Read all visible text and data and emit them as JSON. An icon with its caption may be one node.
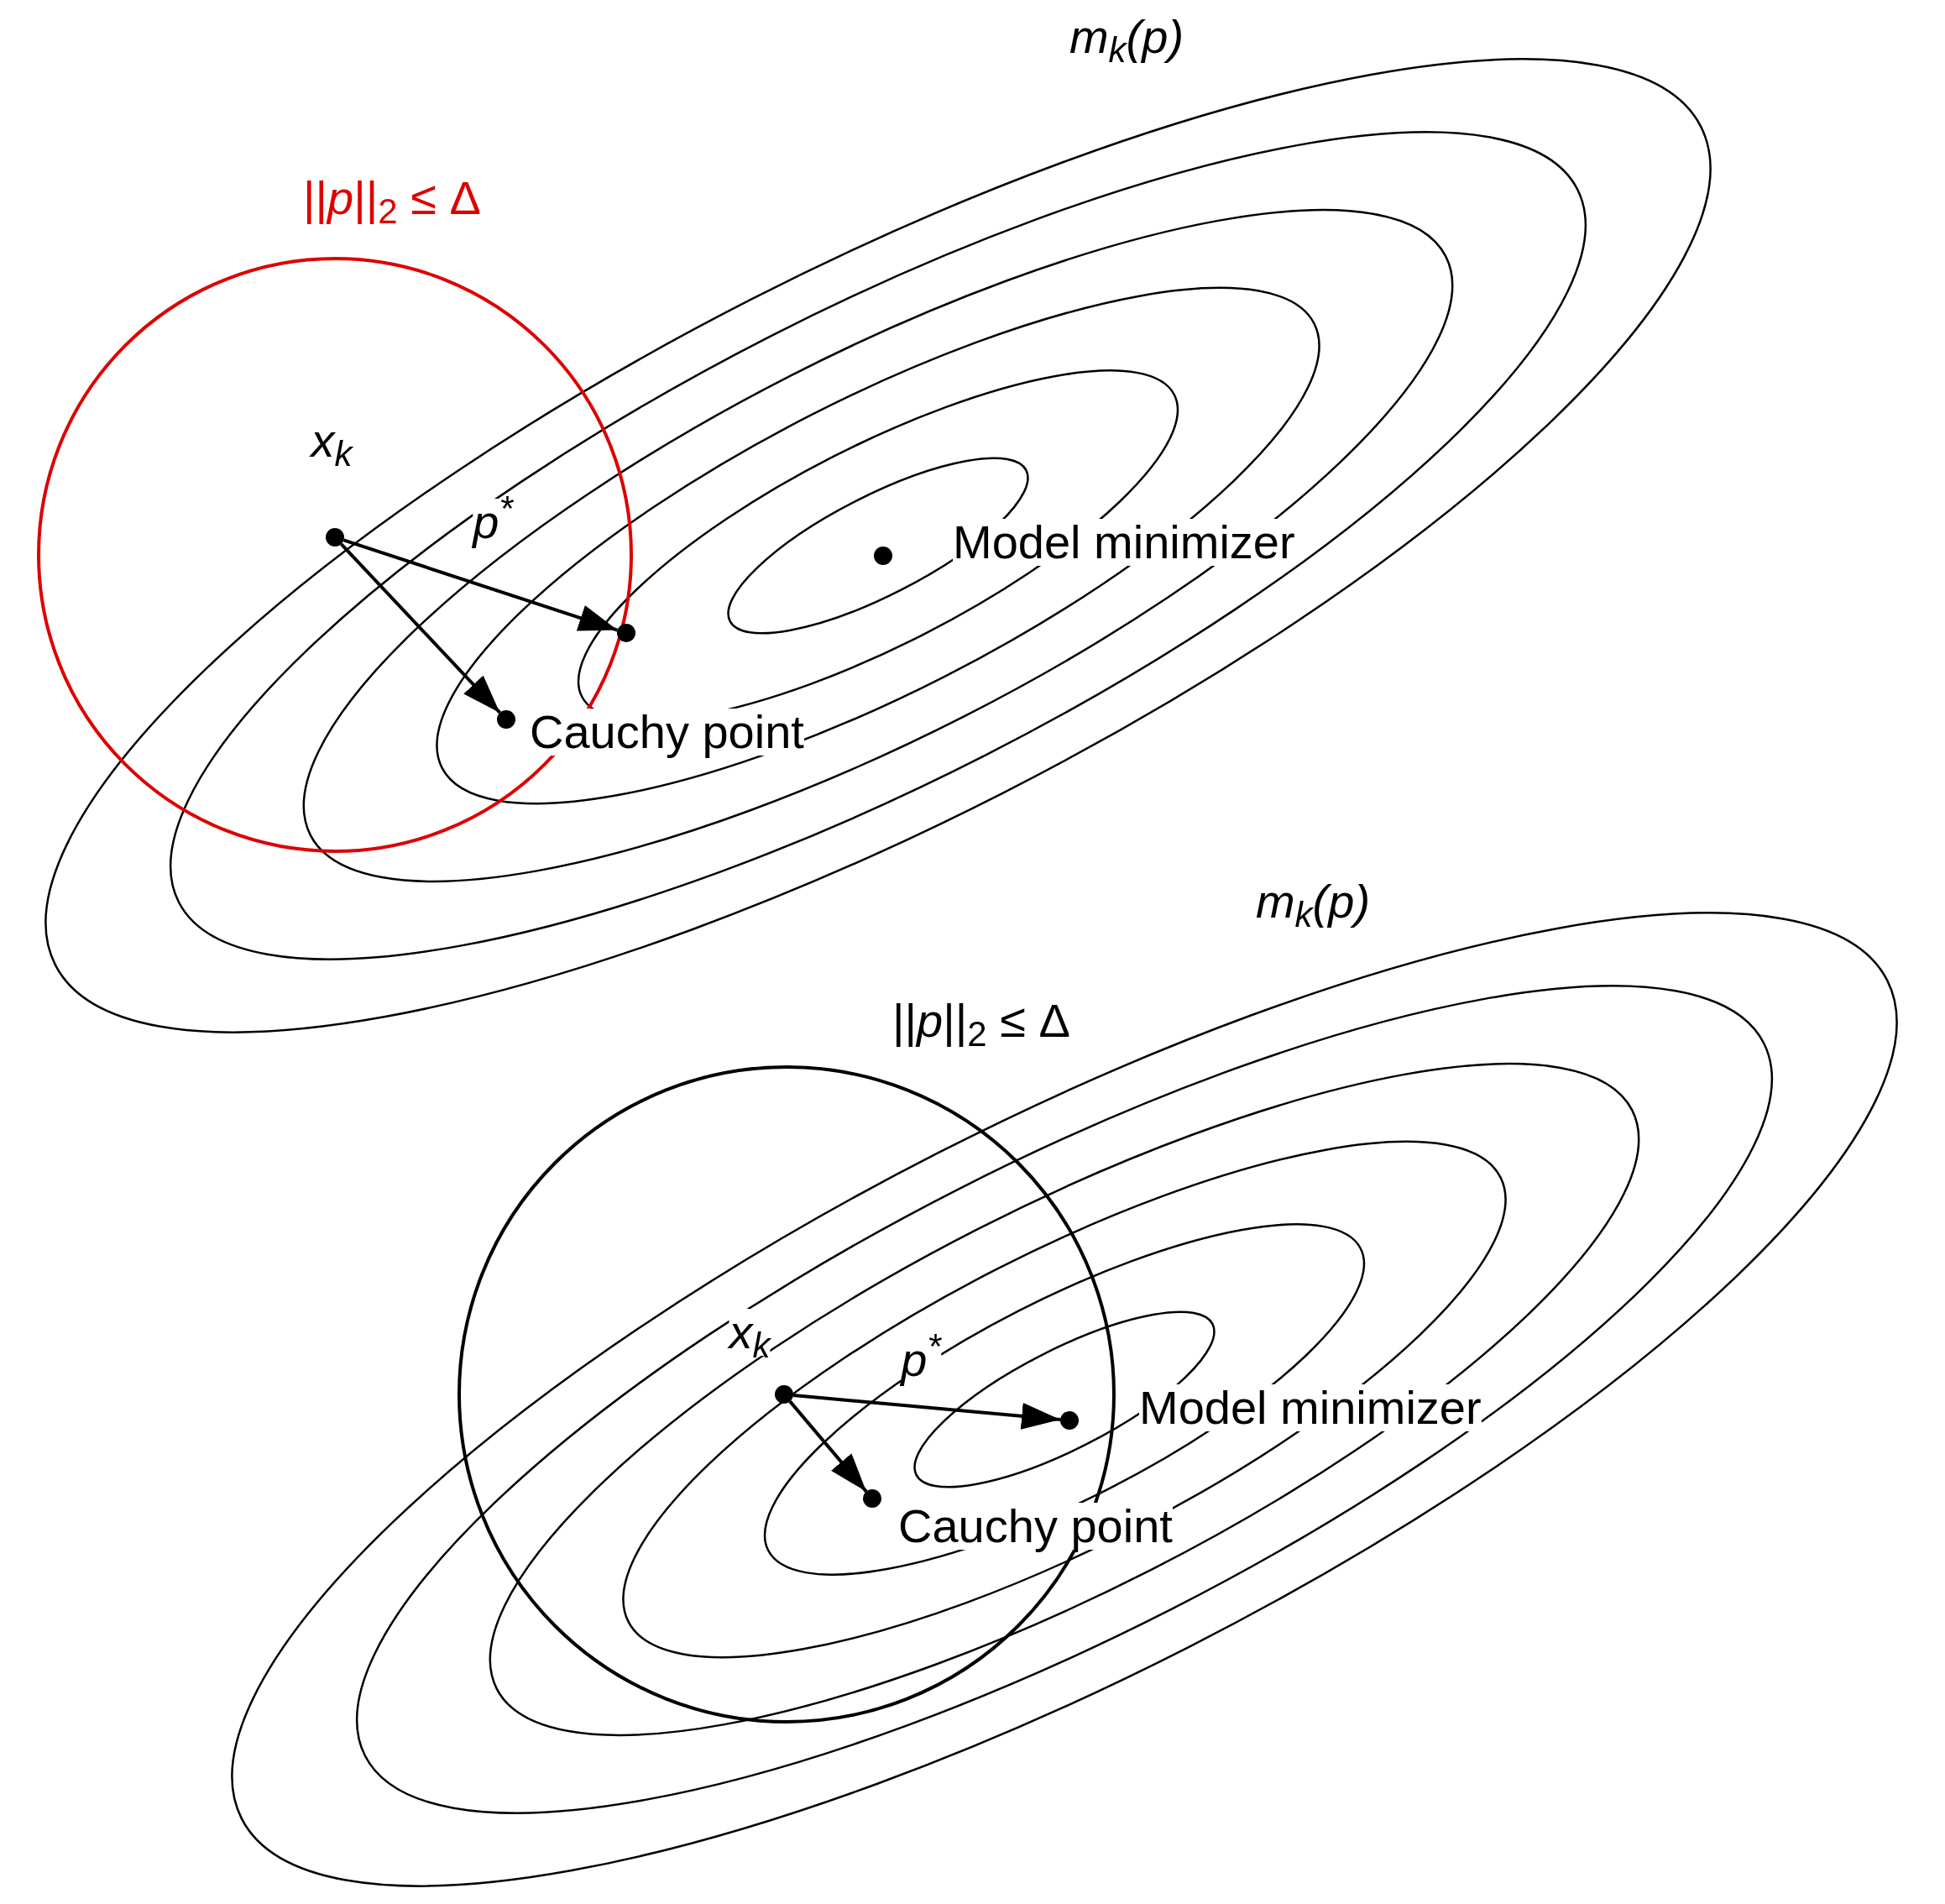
{
  "diagram": {
    "nodes": [
      {
        "text": [
          "||*p*||$_{2}$ ≤ Δ"
        ]
      },
      {
        "text": [],
        "shape": "circle",
        "in": 0,
        "beside": [
          "x$_{k}$"
        ]
      },
      {
        "text": [],
        "shape": "circle",
        "in": 0
      },
      {
        "text": [],
        "shape": "circle",
        "in": 0,
        "beside": [
          "Cauchy point"
        ]
      },
      {
        "text": [],
        "shape": "circle",
        "beside": [
          "Model minimizer"
        ]
      },
      {
        "text": [
          "||*p*||$_{2}$ ≤ Δ"
        ]
      },
      {
        "text": [],
        "shape": "circle",
        "in": 5,
        "beside": [
          "x$_{k}$"
        ]
      },
      {
        "text": [],
        "shape": "circle",
        "in": 5,
        "beside": [
          "Model minimizer"
        ]
      },
      {
        "text": [],
        "shape": "circle",
        "in": 5,
        "beside": [
          "Cauchy point"
        ]
      }
    ],
    "edges": [
      {
        "from": 1,
        "to": 2,
        "arrow": "to",
        "label": "p$^{*}$"
      },
      {
        "from": 1,
        "to": 3,
        "arrow": "to"
      },
      {
        "from": 6,
        "to": 7,
        "arrow": "to",
        "label": "p$^{*}$"
      },
      {
        "from": 6,
        "to": 8,
        "arrow": "to"
      }
    ],
    "labels": [
      "m$_{k}$(p)",
      "m$_{k}$(p)"
    ]
  }
}
